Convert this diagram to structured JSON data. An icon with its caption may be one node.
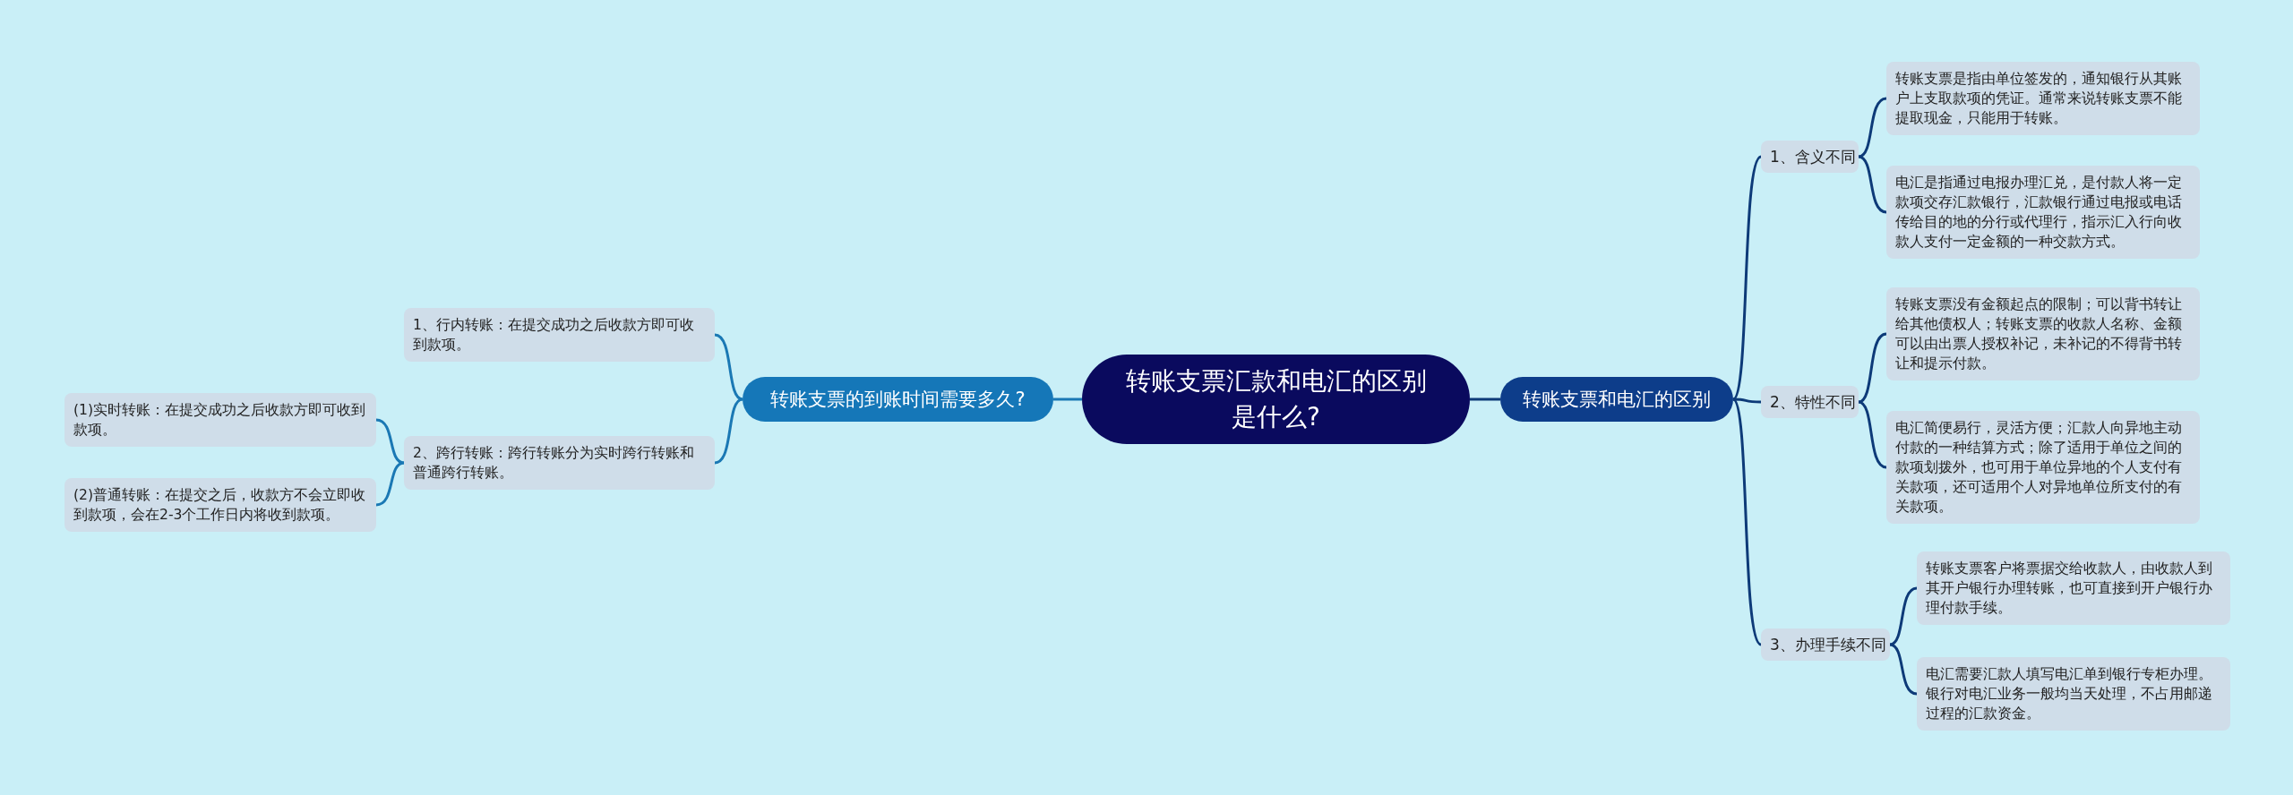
{
  "diagram": {
    "nodes": [
      {
        "text": [
          "转账支票汇款和电汇的区别是什么?"
        ]
      },
      {
        "text": [
          "转账支票和电汇的区别"
        ]
      },
      {
        "text": [
          "1、含义不同"
        ]
      },
      {
        "text": [
          "转账支票是指由单位签发的，通知银行从其账户上支取款项的凭证。通常来说转账支票不能提取现金，只能用于转账。"
        ]
      },
      {
        "text": [
          "电汇是指通过电报办理汇兑，是付款人将一定款项交存汇款银行，汇款银行通过电报或电话传给目的地的分行或代理行，指示汇入行向收款人支付一定金额的一种交款方式。"
        ]
      },
      {
        "text": [
          "2、特性不同"
        ]
      },
      {
        "text": [
          "转账支票没有金额起点的限制；可以背书转让给其他债权人；转账支票的收款人名称、金额可以由出票人授权补记，未补记的不得背书转让和提示付款。"
        ]
      },
      {
        "text": [
          "电汇简便易行，灵活方便；汇款人向异地主动付款的一种结算方式；除了适用于单位之间的款项划拨外，也可用于单位异地的个人支付有关款项，还可适用个人对异地单位所支付的有关款项。"
        ]
      },
      {
        "text": [
          "3、办理手续不同"
        ]
      },
      {
        "text": [
          "转账支票客户将票据交给收款人，由收款人到其开户银行办理转账，也可直接到开户银行办理付款手续。"
        ]
      },
      {
        "text": [
          "电汇需要汇款人填写电汇单到银行专柜办理。银行对电汇业务一般均当天处理，不占用邮递过程的汇款资金。"
        ]
      },
      {
        "text": [
          "转账支票的到账时间需要多久?"
        ]
      },
      {
        "text": [
          "1、行内转账：在提交成功之后收款方即可收到款项。"
        ]
      },
      {
        "text": [
          "2、跨行转账：跨行转账分为实时跨行转账和普通跨行转账。"
        ]
      },
      {
        "text": [
          "(1)实时转账：在提交成功之后收款方即可收到款项。"
        ]
      },
      {
        "text": [
          "(2)普通转账：在提交之后，收款方不会立即收到款项，会在2-3个工作日内将收到款项。"
        ]
      }
    ],
    "edges": [
      {
        "from": 0,
        "to": 1,
        "arrow": "none"
      },
      {
        "from": 1,
        "to": 2,
        "arrow": "none"
      },
      {
        "from": 2,
        "to": 3,
        "arrow": "none"
      },
      {
        "from": 2,
        "to": 4,
        "arrow": "none"
      },
      {
        "from": 1,
        "to": 5,
        "arrow": "none"
      },
      {
        "from": 5,
        "to": 6,
        "arrow": "none"
      },
      {
        "from": 5,
        "to": 7,
        "arrow": "none"
      },
      {
        "from": 1,
        "to": 8,
        "arrow": "none"
      },
      {
        "from": 8,
        "to": 9,
        "arrow": "none"
      },
      {
        "from": 8,
        "to": 10,
        "arrow": "none"
      },
      {
        "from": 0,
        "to": 11,
        "arrow": "none",
        "color": "#1a78b4"
      },
      {
        "from": 11,
        "to": 12,
        "arrow": "none",
        "color": "#1a78b4"
      },
      {
        "from": 11,
        "to": 13,
        "arrow": "none",
        "color": "#1a78b4"
      },
      {
        "from": 13,
        "to": 14,
        "arrow": "none",
        "color": "#1a78b4"
      },
      {
        "from": 13,
        "to": 15,
        "arrow": "none",
        "color": "#1a78b4"
      }
    ]
  }
}
